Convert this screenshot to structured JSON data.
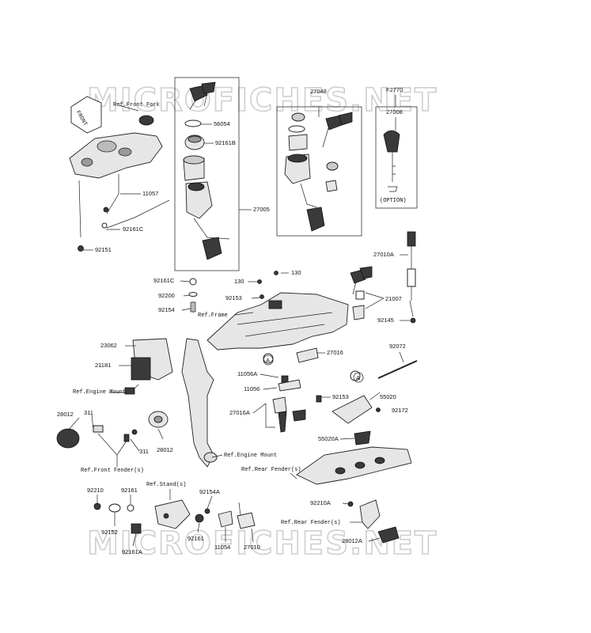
{
  "watermark": {
    "text": "MICROFICHES.NET"
  },
  "labels": {
    "front_arrow": "FRONT",
    "ref_front_fork": "Ref.Front Fork",
    "p11057": "11057",
    "p92161c_a": "92161C",
    "p92151": "92151",
    "p56054": "56054",
    "p92161b": "92161B",
    "p27005": "27005",
    "p92161c_b": "92161C",
    "p92200": "92200",
    "p92154": "92154",
    "p27048": "27048",
    "pF2770": "F2770",
    "p27008": "27008",
    "option": "(OPTION)",
    "p27010a": "27010A",
    "p21007": "21007",
    "p92145": "92145",
    "p130_a": "130",
    "p130_b": "130",
    "p92153_a": "92153",
    "ref_frame": "Ref.Frame",
    "p27016": "27016",
    "p23062": "23062",
    "p21181": "21181",
    "ref_engine_mount_a": "Ref.Engine Mount",
    "p28012_a": "28012",
    "p311_a": "311",
    "p311_b": "311",
    "p28012_b": "28012",
    "ref_front_fenders": "Ref.Front Fender(s)",
    "p11056a": "11056A",
    "p11056": "11056",
    "p27016a": "27016A",
    "ref_engine_mount_b": "Ref.Engine Mount",
    "p92072": "92072",
    "p92153_b": "92153",
    "p55020": "55020",
    "p92172": "92172",
    "p55020a": "55020A",
    "ref_rear_fenders_a": "Ref.Rear Fender(s)",
    "p92210": "92210",
    "p92161_a": "92161",
    "ref_stands": "Ref.Stand(s)",
    "p92154a": "92154A",
    "p92152": "92152",
    "p92161_b": "92161",
    "p11054": "11054",
    "p27010": "27010",
    "p92161a": "92161A",
    "p92210a": "92210A",
    "ref_rear_fenders_b": "Ref.Rear Fender(s)",
    "p28012a": "28012A",
    "callout_a": "A"
  }
}
